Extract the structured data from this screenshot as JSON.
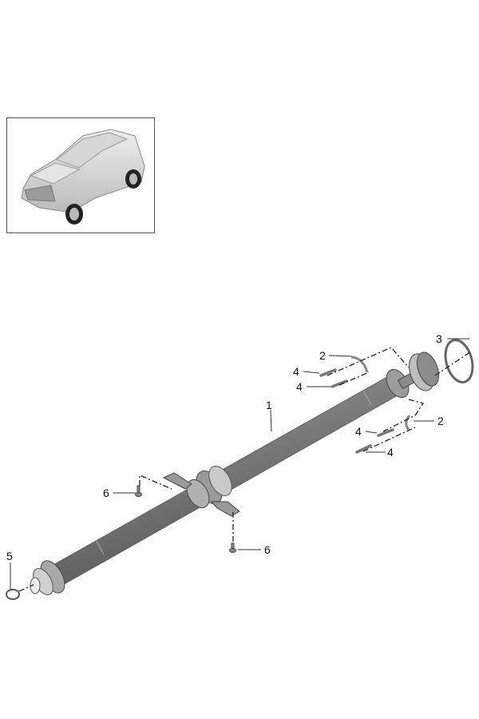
{
  "thumbnail": {
    "icon": "suv-vehicle-overview"
  },
  "callouts": [
    {
      "label": "1"
    },
    {
      "label": "2"
    },
    {
      "label": "3"
    },
    {
      "label": "4"
    },
    {
      "label": "4"
    },
    {
      "label": "2"
    },
    {
      "label": "4"
    },
    {
      "label": "4"
    },
    {
      "label": "6"
    },
    {
      "label": "6"
    },
    {
      "label": "5"
    }
  ],
  "colors": {
    "shaft": "#7d7d7d",
    "shaft_light": "#b5b5b5",
    "outline": "#333333"
  }
}
